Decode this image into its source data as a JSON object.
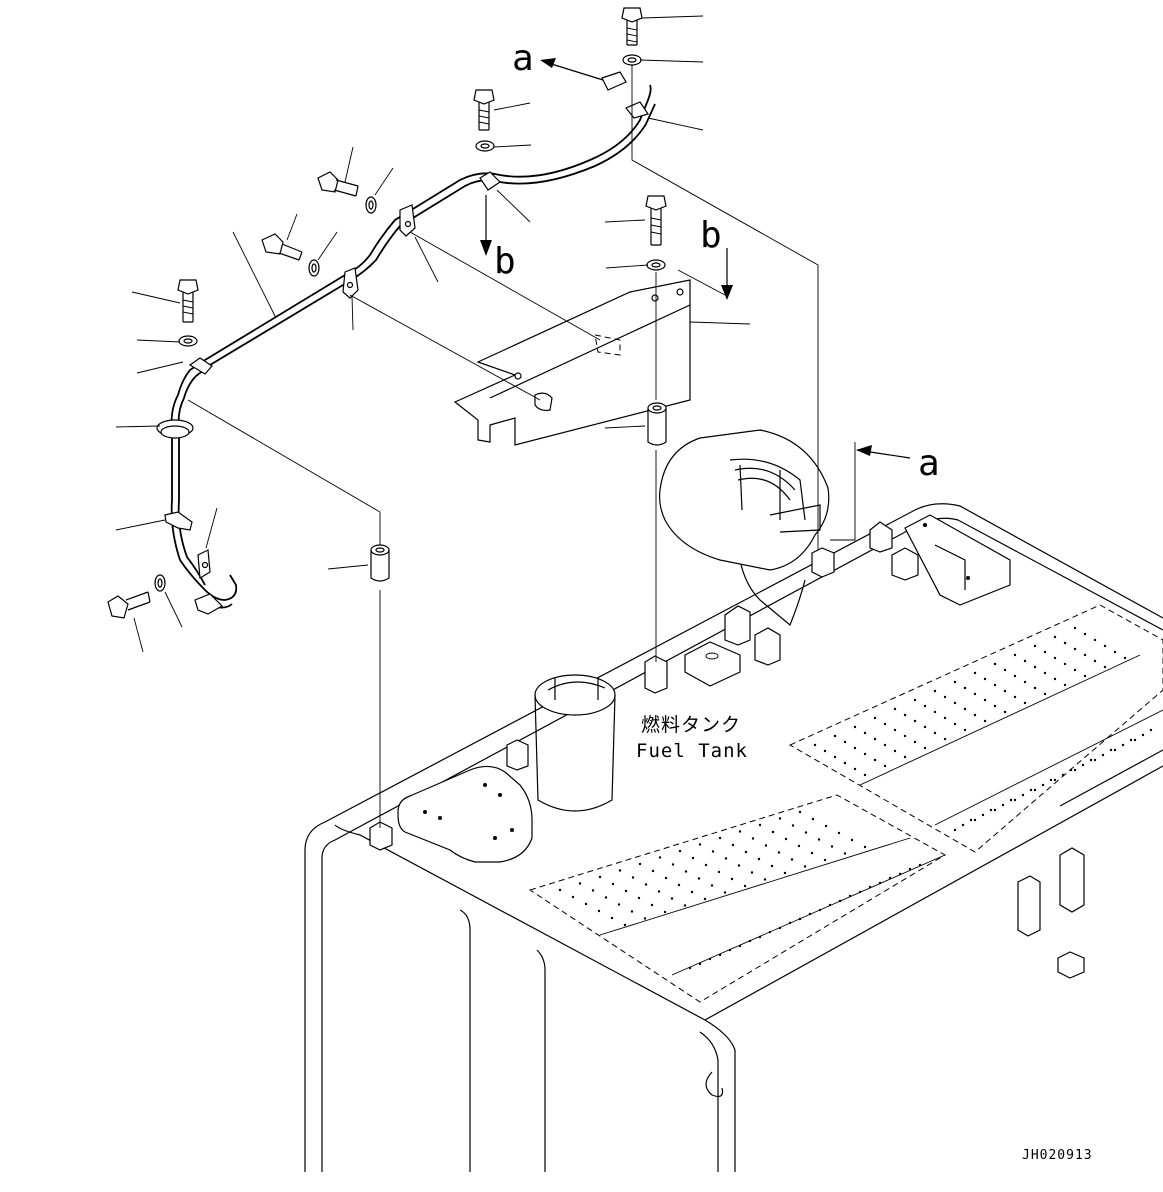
{
  "callouts": {
    "a_top": "a",
    "b_top": "b",
    "b_mid": "b",
    "a_right": "a"
  },
  "fuel_tank_label": {
    "japanese": "燃料タンク",
    "english": "Fuel Tank"
  },
  "drawing_code": "JH020913"
}
